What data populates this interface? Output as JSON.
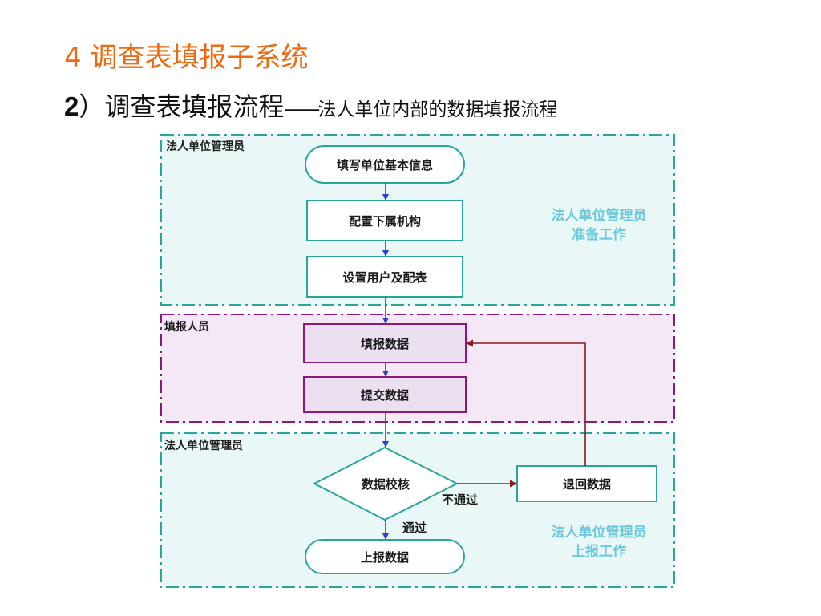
{
  "title": "4 调查表填报子系统",
  "subtitle": {
    "number": "2",
    "paren": "）",
    "main": "调查表填报流程",
    "dash": "——",
    "desc": "法人单位内部的数据填报流程"
  },
  "colors": {
    "title": "#ec6a12",
    "teal": "#2aa59a",
    "purple": "#8a1a7a",
    "arrow_blue": "#2f3fd6",
    "arrow_red": "#8b1a1a",
    "note": "#6cc8dc"
  },
  "lanes": [
    {
      "label": "法人单位管理员",
      "color": "teal"
    },
    {
      "label": "填报人员",
      "color": "purple"
    },
    {
      "label": "法人单位管理员",
      "color": "teal"
    }
  ],
  "nodes": {
    "fill_basic_info": "填写单位基本信息",
    "config_subordinate": "配置下属机构",
    "setup_users": "设置用户及配表",
    "fill_data": "填报数据",
    "submit_data": "提交数据",
    "verify_data": "数据校核",
    "return_data": "退回数据",
    "report_data": "上报数据"
  },
  "edge_labels": {
    "fail": "不通过",
    "pass": "通过"
  },
  "notes": {
    "prep_line1": "法人单位管理员",
    "prep_line2": "准备工作",
    "report_line1": "法人单位管理员",
    "report_line2": "上报工作"
  }
}
